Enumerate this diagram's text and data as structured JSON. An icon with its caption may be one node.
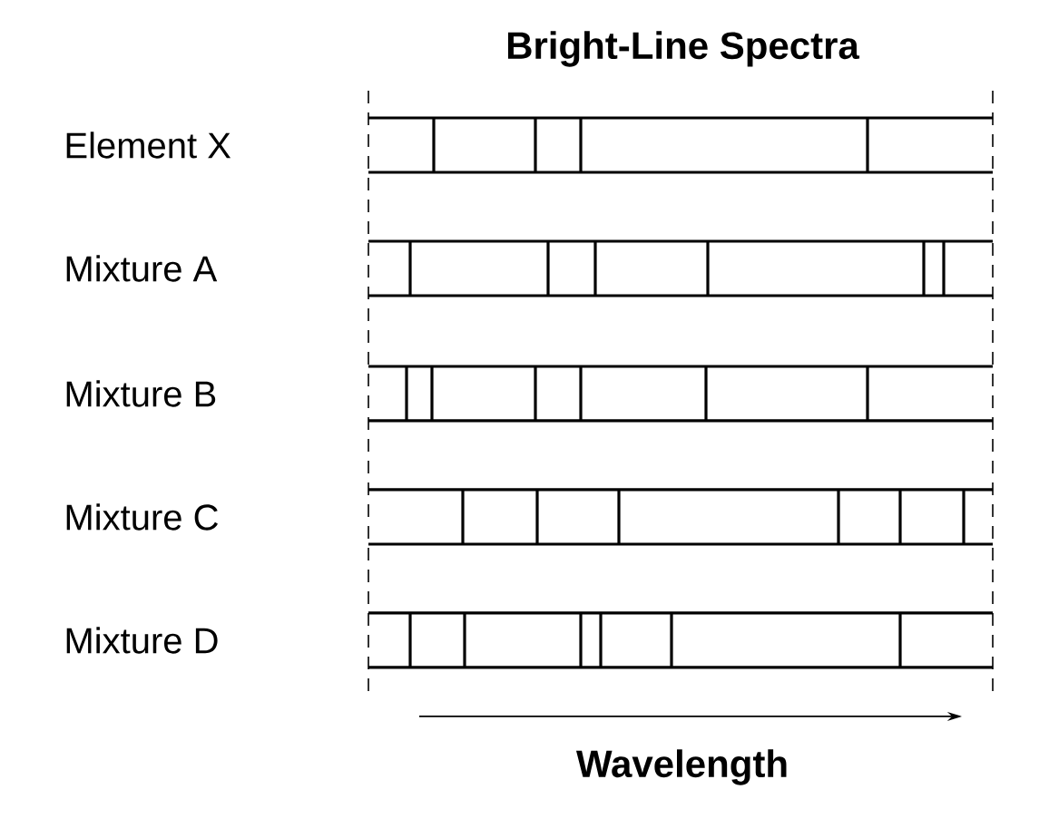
{
  "diagram": {
    "title": "Bright-Line Spectra",
    "labels": [
      "Element X",
      "Mixture A",
      "Mixture B",
      "Mixture C",
      "Mixture D",
      "Wavelength"
    ]
  }
}
